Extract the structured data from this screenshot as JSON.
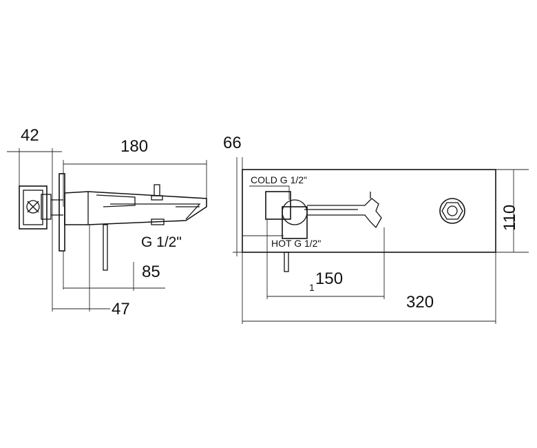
{
  "side_view": {
    "dim_depth_body": "42",
    "dim_spout_length": "180",
    "dim_lever_offset": "85",
    "dim_wall_offset": "47",
    "connection_label": "G 1/2\""
  },
  "front_view": {
    "dim_plate_thickness": "66",
    "dim_height": "110",
    "dim_center_distance": "150",
    "dim_marker": "1",
    "dim_width": "320",
    "cold_label": "COLD G 1/2\"",
    "hot_label": "HOT G 1/2\""
  }
}
